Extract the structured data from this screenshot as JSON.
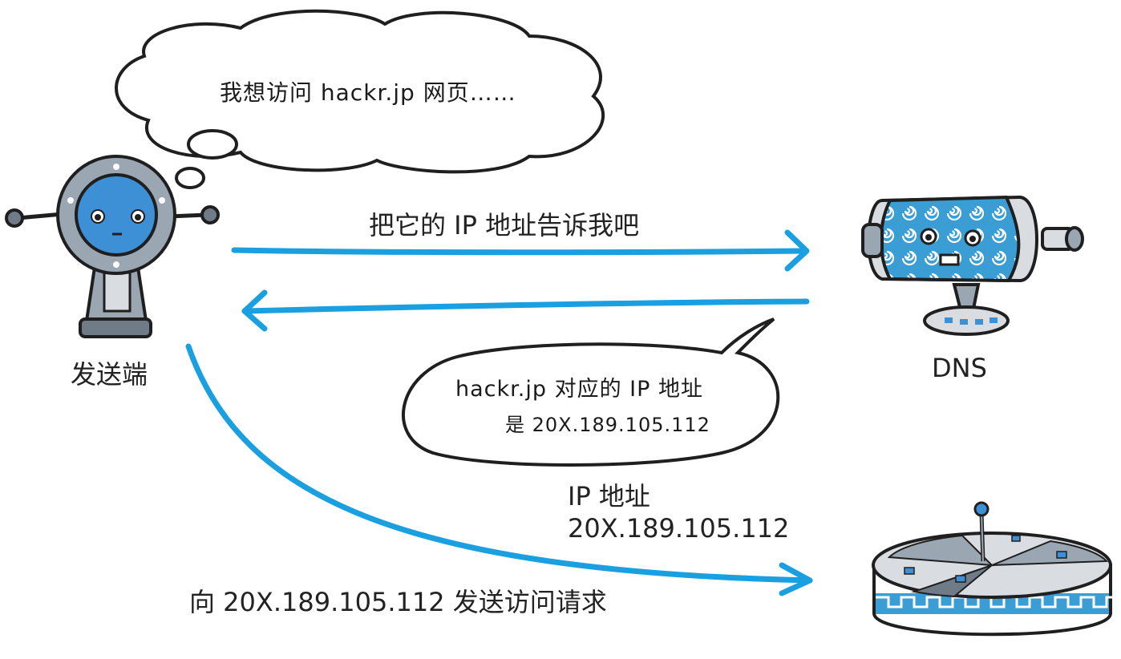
{
  "thought_bubble": {
    "text": "我想访问 hackr.jp 网页……"
  },
  "sender": {
    "label": "发送端"
  },
  "dns": {
    "label": "DNS"
  },
  "request_arrow": {
    "label": "把它的 IP 地址告诉我吧"
  },
  "reply_bubble": {
    "line1": "hackr.jp 对应的 IP 地址",
    "line2": "是 20X.189.105.112"
  },
  "ip_info": {
    "line1": "IP 地址",
    "line2": "20X.189.105.112"
  },
  "access_arrow": {
    "label": "向 20X.189.105.112 发送访问请求"
  },
  "colors": {
    "arrow": "#1a9fe0",
    "robot_blue": "#3d8fd6",
    "gray": "#9aa6b2",
    "dark_gray": "#6f7b87",
    "outline": "#1f1f1f"
  }
}
